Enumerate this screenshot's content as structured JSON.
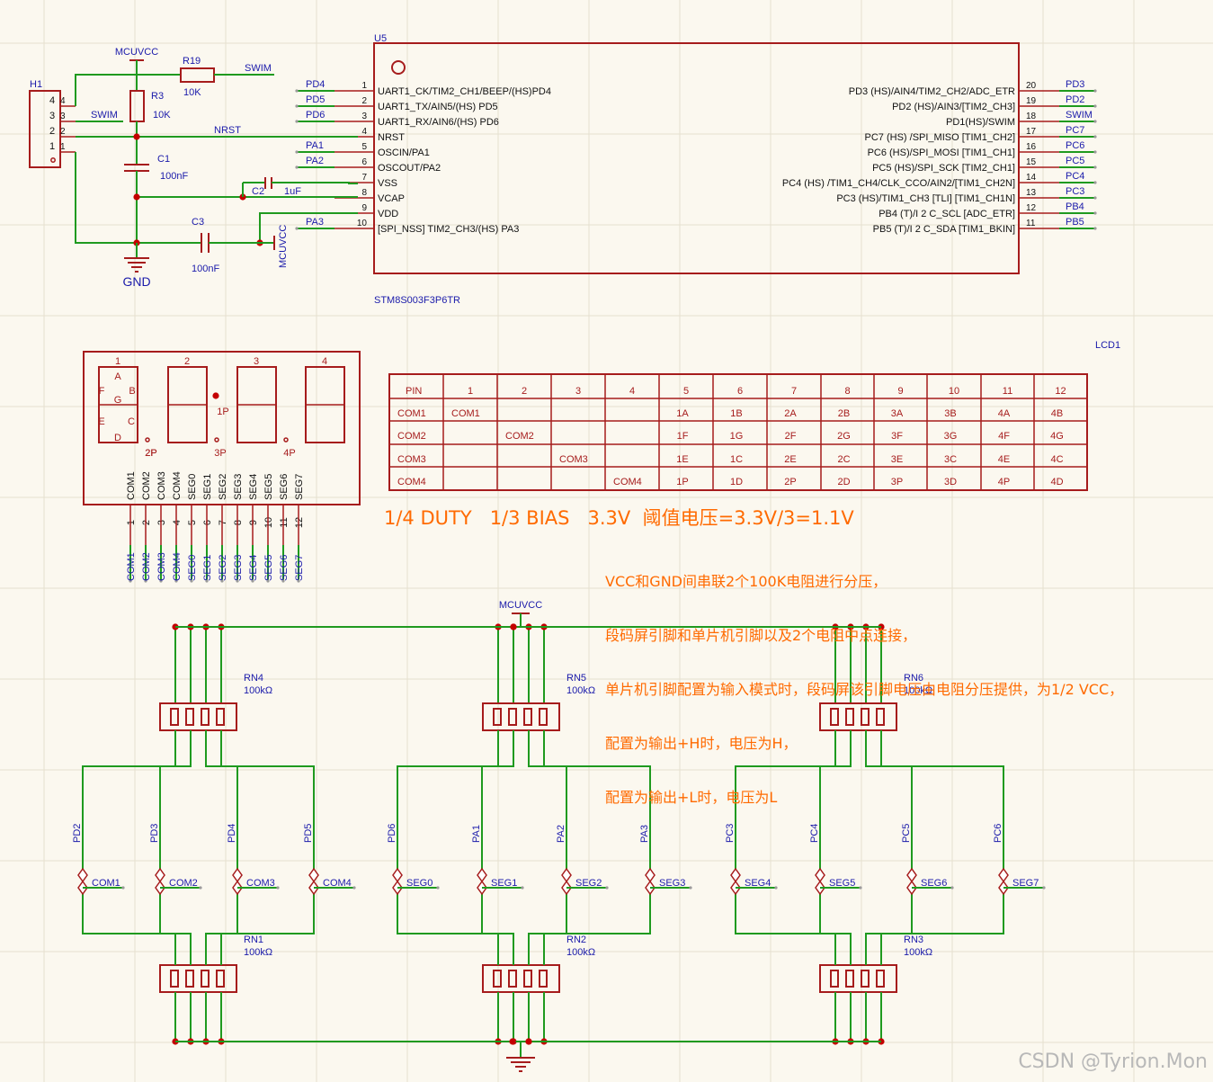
{
  "mcu": {
    "ref": "U5",
    "part": "STM8S003F3P6TR",
    "left_pins": [
      {
        "num": "1",
        "name": "UART1_CK/TIM2_CH1/BEEP/(HS)PD4",
        "net": "PD4"
      },
      {
        "num": "2",
        "name": "UART1_TX/AIN5/(HS) PD5",
        "net": "PD5"
      },
      {
        "num": "3",
        "name": "UART1_RX/AIN6/(HS) PD6",
        "net": "PD6"
      },
      {
        "num": "4",
        "name": "NRST",
        "net": ""
      },
      {
        "num": "5",
        "name": "OSCIN/PA1",
        "net": "PA1"
      },
      {
        "num": "6",
        "name": "OSCOUT/PA2",
        "net": "PA2"
      },
      {
        "num": "7",
        "name": "VSS",
        "net": ""
      },
      {
        "num": "8",
        "name": "VCAP",
        "net": ""
      },
      {
        "num": "9",
        "name": "VDD",
        "net": ""
      },
      {
        "num": "10",
        "name": "[SPI_NSS] TIM2_CH3/(HS) PA3",
        "net": "PA3"
      }
    ],
    "right_pins": [
      {
        "num": "20",
        "name": "PD3 (HS)/AIN4/TIM2_CH2/ADC_ETR",
        "net": "PD3"
      },
      {
        "num": "19",
        "name": "PD2 (HS)/AIN3/[TIM2_CH3]",
        "net": "PD2"
      },
      {
        "num": "18",
        "name": "PD1(HS)/SWIM",
        "net": "SWIM"
      },
      {
        "num": "17",
        "name": "PC7 (HS) /SPI_MISO [TIM1_CH2]",
        "net": "PC7"
      },
      {
        "num": "16",
        "name": "PC6 (HS)/SPI_MOSI [TIM1_CH1]",
        "net": "PC6"
      },
      {
        "num": "15",
        "name": "PC5 (HS)/SPI_SCK [TIM2_CH1]",
        "net": "PC5"
      },
      {
        "num": "14",
        "name": "PC4 (HS) /TIM1_CH4/CLK_CCO/AIN2/[TIM1_CH2N]",
        "net": "PC4"
      },
      {
        "num": "13",
        "name": "PC3 (HS)/TIM1_CH3 [TLI] [TIM1_CH1N]",
        "net": "PC3"
      },
      {
        "num": "12",
        "name": "PB4 (T)/I 2 C_SCL [ADC_ETR]",
        "net": "PB4"
      },
      {
        "num": "11",
        "name": "PB5 (T)/I 2 C_SDA [TIM1_BKIN]",
        "net": "PB5"
      }
    ]
  },
  "power": {
    "mcuvcc": "MCUVCC",
    "gnd": "GND",
    "swim": "SWIM",
    "nrst": "NRST",
    "r19": {
      "ref": "R19",
      "value": "10K"
    },
    "r3": {
      "ref": "R3",
      "value": "10K"
    },
    "c1": {
      "ref": "C1",
      "value": "100nF"
    },
    "c2": {
      "ref": "C2",
      "value": "1uF"
    },
    "c3": {
      "ref": "C3",
      "value": "100nF"
    },
    "header": {
      "ref": "H1",
      "pins": [
        "4",
        "3",
        "2",
        "1"
      ],
      "pins_in": [
        "4",
        "3",
        "2",
        "1"
      ]
    }
  },
  "lcd": {
    "digits": [
      "1",
      "2",
      "3",
      "4"
    ],
    "seg_letters": [
      "A",
      "F",
      "B",
      "G",
      "E",
      "C",
      "D"
    ],
    "points": [
      "1P",
      "2P",
      "3P",
      "4P"
    ],
    "pin_names": [
      "COM1",
      "COM2",
      "COM3",
      "COM4",
      "SEG0",
      "SEG1",
      "SEG2",
      "SEG3",
      "SEG4",
      "SEG5",
      "SEG6",
      "SEG7"
    ],
    "pin_nums": [
      "1",
      "2",
      "3",
      "4",
      "5",
      "6",
      "7",
      "8",
      "9",
      "10",
      "11",
      "12"
    ],
    "ref": "LCD1"
  },
  "pin_table": {
    "header": [
      "PIN",
      "1",
      "2",
      "3",
      "4",
      "5",
      "6",
      "7",
      "8",
      "9",
      "10",
      "11",
      "12"
    ],
    "rows": [
      [
        "COM1",
        "COM1",
        "",
        "",
        "",
        "1A",
        "1B",
        "2A",
        "2B",
        "3A",
        "3B",
        "4A",
        "4B"
      ],
      [
        "COM2",
        "",
        "COM2",
        "",
        "",
        "1F",
        "1G",
        "2F",
        "2G",
        "3F",
        "3G",
        "4F",
        "4G"
      ],
      [
        "COM3",
        "",
        "",
        "COM3",
        "",
        "1E",
        "1C",
        "2E",
        "2C",
        "3E",
        "3C",
        "4E",
        "4C"
      ],
      [
        "COM4",
        "",
        "",
        "",
        "COM4",
        "1P",
        "1D",
        "2P",
        "2D",
        "3P",
        "3D",
        "4P",
        "4D"
      ]
    ]
  },
  "notes": {
    "headline": "1/4 DUTY   1/3 BIAS   3.3V  阈值电压=3.3V/3=1.1V",
    "lines": [
      "VCC和GND间串联2个100K电阻进行分压，",
      "段码屏引脚和单片机引脚以及2个电阻中点连接，",
      "单片机引脚配置为输入模式时，段码屏该引脚电压由电阻分压提供，为1/2 VCC，",
      "配置为输出+H时，电压为H，",
      "配置为输出+L时，电压为L"
    ]
  },
  "networks": {
    "top_refs": [
      {
        "ref": "RN4",
        "value": "100kΩ"
      },
      {
        "ref": "RN5",
        "value": "100kΩ"
      },
      {
        "ref": "RN6",
        "value": "100kΩ"
      }
    ],
    "bottom_refs": [
      {
        "ref": "RN1",
        "value": "100kΩ"
      },
      {
        "ref": "RN2",
        "value": "100kΩ"
      },
      {
        "ref": "RN3",
        "value": "100kΩ"
      }
    ],
    "mcuvcc": "MCUVCC",
    "taps": [
      {
        "mcu": "PD2",
        "lcd": "COM1"
      },
      {
        "mcu": "PD3",
        "lcd": "COM2"
      },
      {
        "mcu": "PD4",
        "lcd": "COM3"
      },
      {
        "mcu": "PD5",
        "lcd": "COM4"
      },
      {
        "mcu": "PD6",
        "lcd": "SEG0"
      },
      {
        "mcu": "PA1",
        "lcd": "SEG1"
      },
      {
        "mcu": "PA2",
        "lcd": "SEG2"
      },
      {
        "mcu": "PA3",
        "lcd": "SEG3"
      },
      {
        "mcu": "PC3",
        "lcd": "SEG4"
      },
      {
        "mcu": "PC4",
        "lcd": "SEG5"
      },
      {
        "mcu": "PC5",
        "lcd": "SEG6"
      },
      {
        "mcu": "PC6",
        "lcd": "SEG7"
      }
    ]
  },
  "watermark": "CSDN @Tyrion.Mon",
  "colors": {
    "wire": "#1f9a1f",
    "body": "#a61c1c",
    "net": "#1a1aaa",
    "pin": "#a61c1c",
    "note": "#ff6a00",
    "junction": "#c40000"
  }
}
